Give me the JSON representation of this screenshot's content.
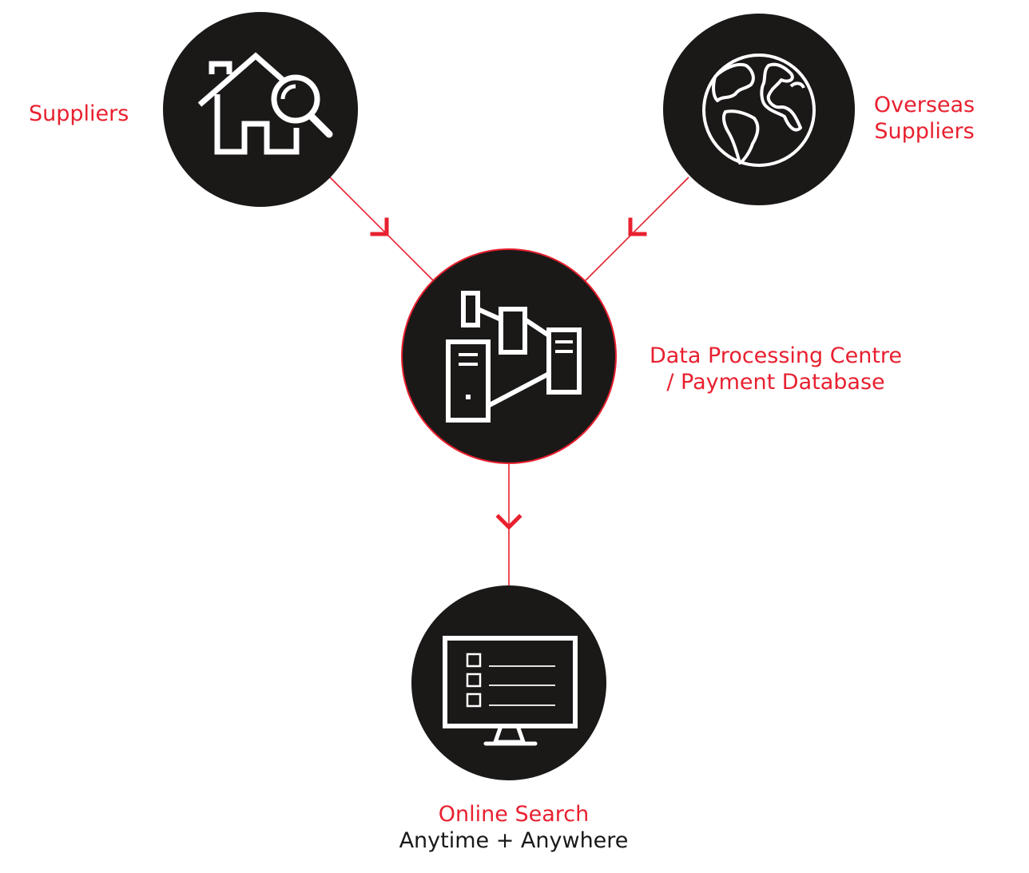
{
  "nodes": [
    {
      "id": "suppliers",
      "icon": "house-search-icon",
      "label_lines": [
        "Suppliers"
      ]
    },
    {
      "id": "overseas",
      "icon": "globe-icon",
      "label_lines": [
        "Overseas",
        "Suppliers"
      ]
    },
    {
      "id": "processing",
      "icon": "server-network-icon",
      "label_lines": [
        "Data Processing Centre",
        "/ Payment Database"
      ]
    },
    {
      "id": "online",
      "icon": "monitor-checklist-icon",
      "label_lines": [
        "Online Search"
      ],
      "sublabel": "Anytime + Anywhere"
    }
  ],
  "edges": [
    {
      "from": "suppliers",
      "to": "processing"
    },
    {
      "from": "overseas",
      "to": "processing"
    },
    {
      "from": "processing",
      "to": "online"
    }
  ],
  "colors": {
    "accent": "#e8202f",
    "circle": "#1b1818",
    "icon": "#ffffff",
    "background": "#ffffff"
  }
}
